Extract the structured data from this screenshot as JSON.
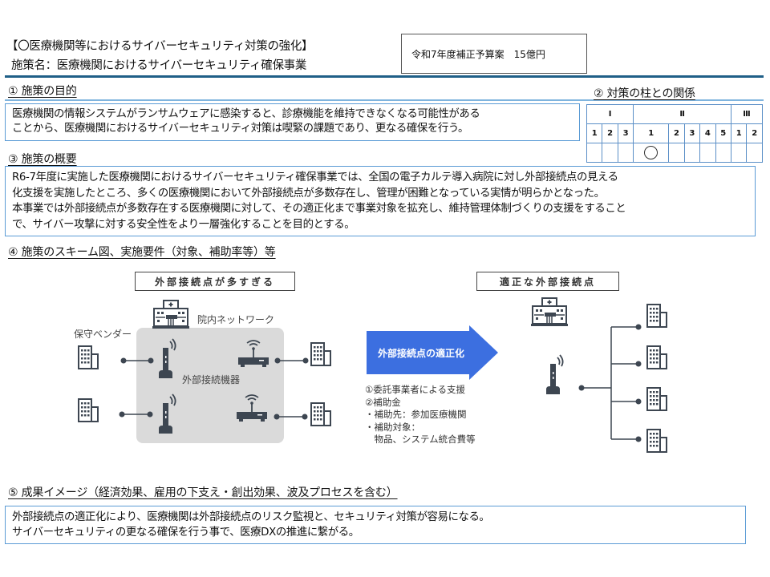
{
  "header": {
    "title": "【〇医療機関等におけるサイバーセキュリティ対策の強化】",
    "measure_name": "施策名：医療機関におけるサイバーセキュリティ確保事業",
    "budget": "令和7年度補正予算案　15億円"
  },
  "section1": {
    "heading": "①  施策の目的",
    "lines": [
      "医療機関の情報システムがランサムウェアに感染すると、診療機能を維持できなくなる可能性がある",
      "ことから、医療機関におけるサイバーセキュリティ対策は喫緊の課題であり、更なる確保を行う。"
    ]
  },
  "section2": {
    "heading": "②  対策の柱との関係",
    "groups": [
      {
        "label": "Ⅰ",
        "items": [
          "1",
          "2",
          "3"
        ]
      },
      {
        "label": "Ⅱ",
        "items": [
          "1",
          "2",
          "3",
          "4",
          "5"
        ]
      },
      {
        "label": "Ⅲ",
        "items": [
          "1",
          "2"
        ]
      }
    ],
    "marked": "Ⅱ-1",
    "mark_symbol": "circle"
  },
  "section3": {
    "heading": "③  施策の概要",
    "lines": [
      "R6-7年度に実施した医療機関におけるサイバーセキュリティ確保事業では、全国の電子カルテ導入病院に対し外部接続点の見える",
      "化支援を実施したところ、多くの医療機関において外部接続点が多数存在し、管理が困難となっている実情が明らかとなった。",
      "本事業では外部接続点が多数存在する医療機関に対して、その適正化まで事業対象を拡充し、維持管理体制づくりの支援をすること",
      "で、サイバー攻撃に対する安全性をより一層強化することを目的とする。"
    ]
  },
  "section4": {
    "heading": "④  施策のスキーム図、実施要件（対象、補助率等）等",
    "before": {
      "label": "外部接続点が多すぎる",
      "network_label": "院内ネットワーク",
      "vendor_label": "保守ベンダー",
      "device_label": "外部接続機器"
    },
    "arrow_label": "外部接続点の適正化",
    "steps": [
      "①委託事業者による支援",
      "②補助金",
      "・補助先：参加医療機関",
      "・補助対象：",
      "　物品、システム統合費等"
    ],
    "after": {
      "label": "適正な外部接続点"
    },
    "colors": {
      "arrow": "#3c6fe0",
      "after_area": "#7b9cee",
      "before_area": "#dadada",
      "icons": "#3d4651"
    }
  },
  "section5": {
    "heading": "⑤ 成果イメージ（経済効果、雇用の下支え・創出効果、波及プロセスを含む）",
    "lines": [
      "外部接続点の適正化により、医療機関は外部接続点のリスク監視と、セキュリティ対策が容易になる。",
      "サイバーセキュリティの更なる確保を行う事で、医療DXの推進に繋がる。"
    ]
  }
}
